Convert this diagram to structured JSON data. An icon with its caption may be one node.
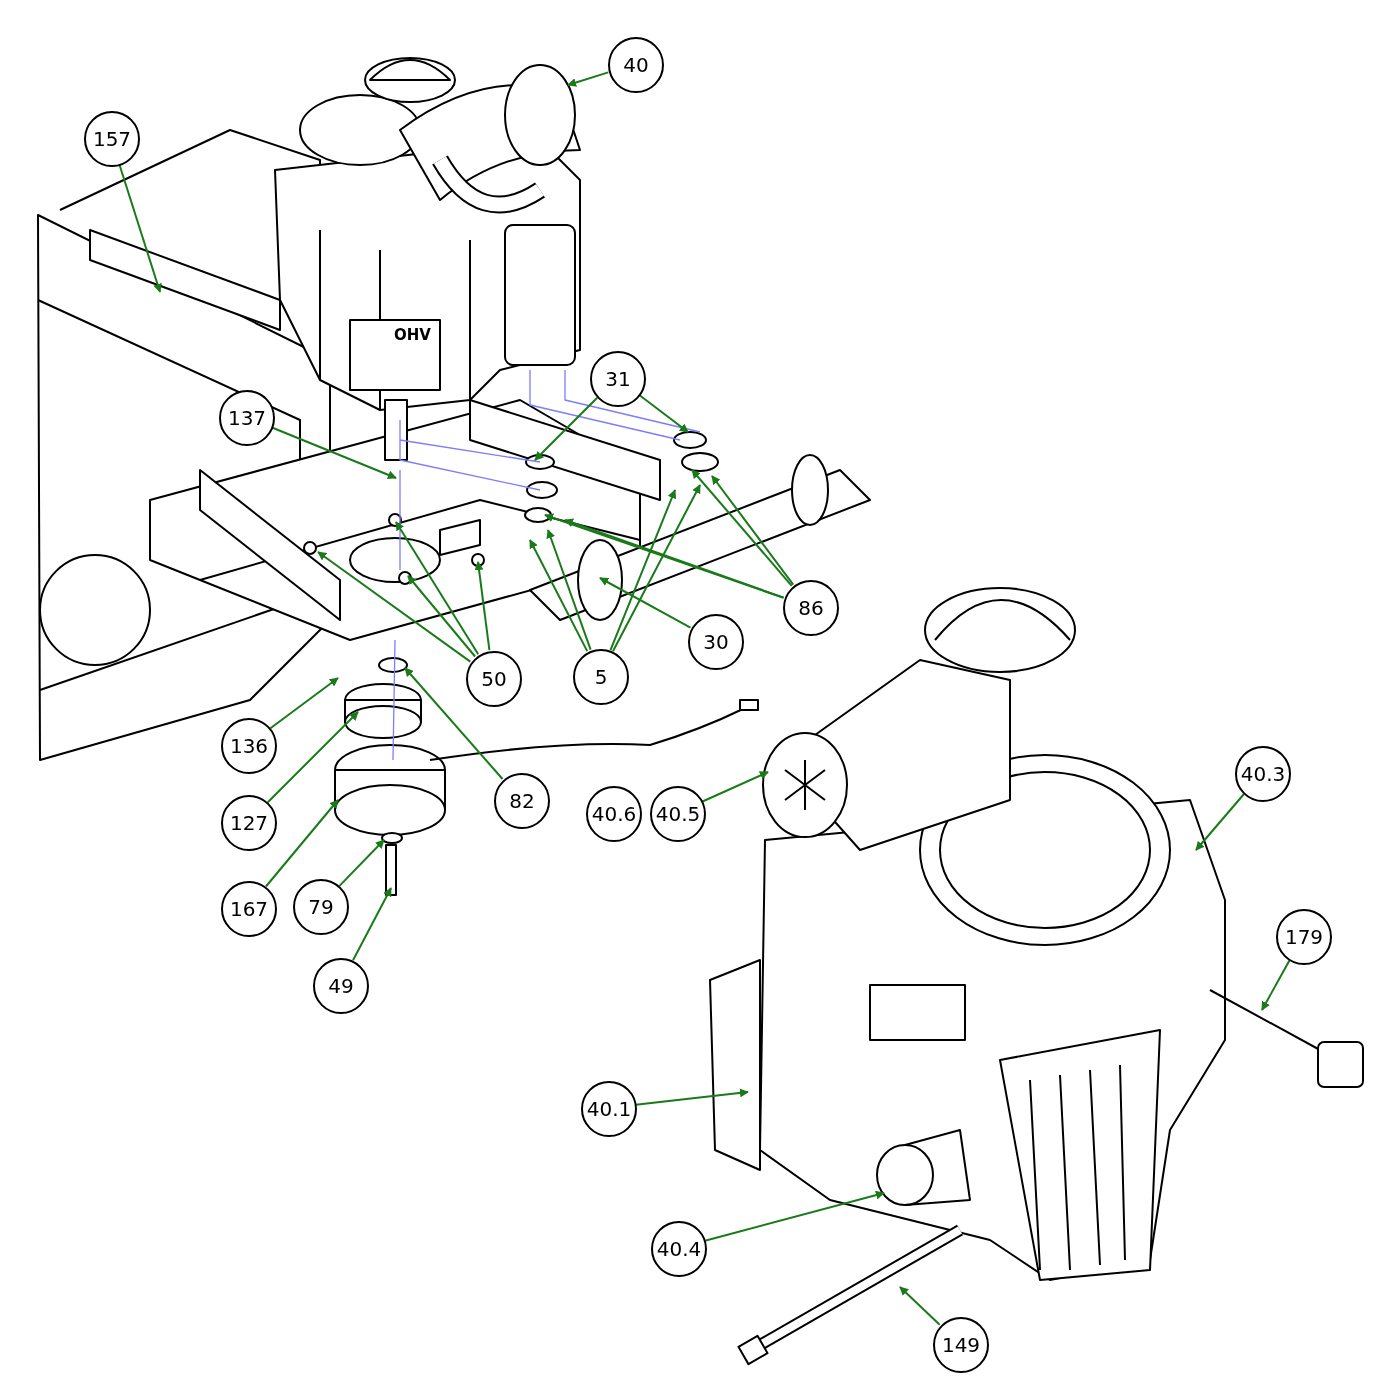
{
  "diagram": {
    "nodes": [
      {
        "text": [
          "40"
        ]
      },
      {
        "text": [
          "157"
        ]
      },
      {
        "text": [
          "31"
        ]
      },
      {
        "text": [
          "137"
        ]
      },
      {
        "text": [
          "86"
        ]
      },
      {
        "text": [
          "30"
        ]
      },
      {
        "text": [
          "50"
        ]
      },
      {
        "text": [
          "5"
        ]
      },
      {
        "text": [
          "136"
        ]
      },
      {
        "text": [
          "127"
        ]
      },
      {
        "text": [
          "82"
        ]
      },
      {
        "text": [
          "167"
        ]
      },
      {
        "text": [
          "79"
        ]
      },
      {
        "text": [
          "49"
        ]
      },
      {
        "text": [
          "40.6"
        ]
      },
      {
        "text": [
          "40.5"
        ]
      },
      {
        "text": [
          "40.3"
        ]
      },
      {
        "text": [
          "179"
        ]
      },
      {
        "text": [
          "40.1"
        ]
      },
      {
        "text": [
          "40.4"
        ]
      },
      {
        "text": [
          "149"
        ]
      }
    ],
    "edges": [
      {
        "from": 0,
        "to": null,
        "arrow": "to"
      },
      {
        "from": 1,
        "to": null,
        "arrow": "to"
      },
      {
        "from": 2,
        "to": null,
        "arrow": "to"
      },
      {
        "from": 2,
        "to": null,
        "arrow": "to"
      },
      {
        "from": 3,
        "to": null,
        "arrow": "to"
      },
      {
        "from": 4,
        "to": null,
        "arrow": "to"
      },
      {
        "from": 4,
        "to": null,
        "arrow": "to"
      },
      {
        "from": 4,
        "to": null,
        "arrow": "to"
      },
      {
        "from": 4,
        "to": null,
        "arrow": "to"
      },
      {
        "from": 5,
        "to": null,
        "arrow": "to"
      },
      {
        "from": 6,
        "to": null,
        "arrow": "to"
      },
      {
        "from": 6,
        "to": null,
        "arrow": "to"
      },
      {
        "from": 6,
        "to": null,
        "arrow": "to"
      },
      {
        "from": 6,
        "to": null,
        "arrow": "to"
      },
      {
        "from": 7,
        "to": null,
        "arrow": "to"
      },
      {
        "from": 7,
        "to": null,
        "arrow": "to"
      },
      {
        "from": 7,
        "to": null,
        "arrow": "to"
      },
      {
        "from": 7,
        "to": null,
        "arrow": "to"
      },
      {
        "from": 8,
        "to": null,
        "arrow": "to"
      },
      {
        "from": 9,
        "to": null,
        "arrow": "to"
      },
      {
        "from": 10,
        "to": null,
        "arrow": "to"
      },
      {
        "from": 11,
        "to": null,
        "arrow": "to"
      },
      {
        "from": 12,
        "to": null,
        "arrow": "to"
      },
      {
        "from": 13,
        "to": null,
        "arrow": "to"
      },
      {
        "from": 15,
        "to": null,
        "arrow": "to"
      },
      {
        "from": 16,
        "to": null,
        "arrow": "to"
      },
      {
        "from": 17,
        "to": null,
        "arrow": "to"
      },
      {
        "from": 18,
        "to": null,
        "arrow": "to"
      },
      {
        "from": 19,
        "to": null,
        "arrow": "to"
      },
      {
        "from": 20,
        "to": null,
        "arrow": "to"
      }
    ],
    "labels": [
      "OHV"
    ]
  }
}
